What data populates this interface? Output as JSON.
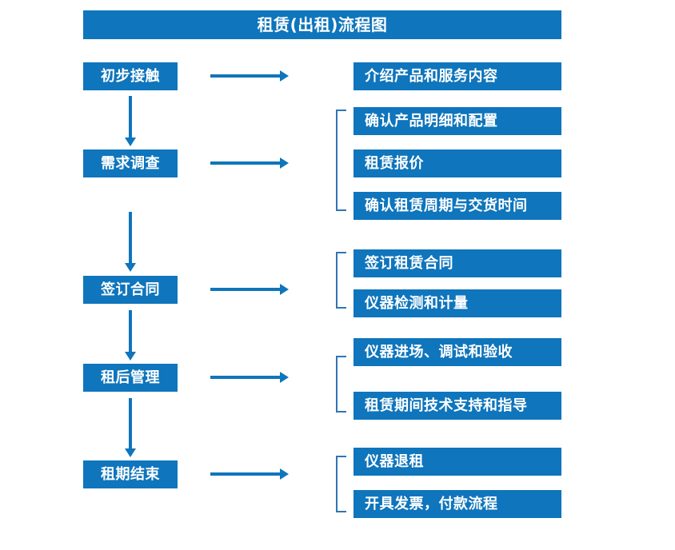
{
  "diagram": {
    "title": "租赁(出租)流程图",
    "accent_color": "#0f75bc",
    "bracket_color": "#2f75b5",
    "text_color": "#ffffff",
    "background_color": "#ffffff"
  },
  "stages": [
    {
      "label": "初步接触"
    },
    {
      "label": "需求调查"
    },
    {
      "label": "签订合同"
    },
    {
      "label": "租后管理"
    },
    {
      "label": "租期结束"
    }
  ],
  "details": {
    "group1": [
      {
        "label": "介绍产品和服务内容"
      }
    ],
    "group2": [
      {
        "label": "确认产品明细和配置"
      },
      {
        "label": "租赁报价"
      },
      {
        "label": "确认租赁周期与交货时间"
      }
    ],
    "group3": [
      {
        "label": "签订租赁合同"
      },
      {
        "label": "仪器检测和计量"
      }
    ],
    "group4": [
      {
        "label": "仪器进场、调试和验收"
      },
      {
        "label": "租赁期间技术支持和指导"
      }
    ],
    "group5": [
      {
        "label": "仪器退租"
      },
      {
        "label": "开具发票，付款流程"
      }
    ]
  }
}
